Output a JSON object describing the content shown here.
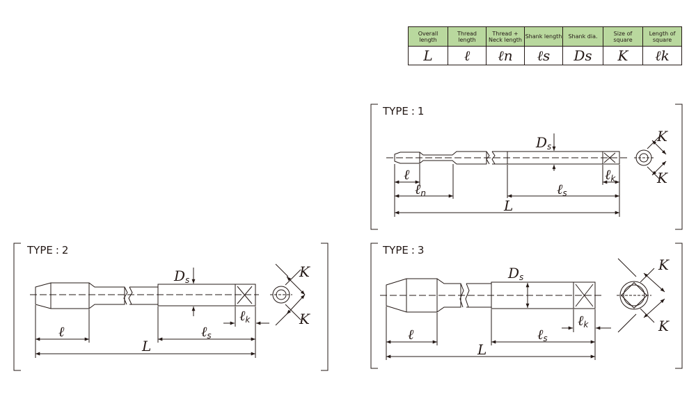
{
  "legend": {
    "headers": [
      "Overall length",
      "Thread length",
      "Thread + Neck length",
      "Shank length",
      "Shank dia.",
      "Size of square",
      "Length of square"
    ],
    "symbols": [
      "L",
      "ℓ",
      "ℓn",
      "ℓs",
      "Ds",
      "K",
      "ℓk"
    ]
  },
  "types": {
    "type1": {
      "prefix": "TYPE",
      "number": "1"
    },
    "type2": {
      "prefix": "TYPE",
      "number": "2"
    },
    "type3": {
      "prefix": "TYPE",
      "number": "3"
    }
  },
  "labels": {
    "L": "L",
    "ell": "ℓ",
    "D": "D",
    "K": "K",
    "s_sub": "s",
    "n_sub": "n",
    "k_sub": "k"
  },
  "colors": {
    "line": "#231815",
    "header_fill": "#b9d89e"
  }
}
